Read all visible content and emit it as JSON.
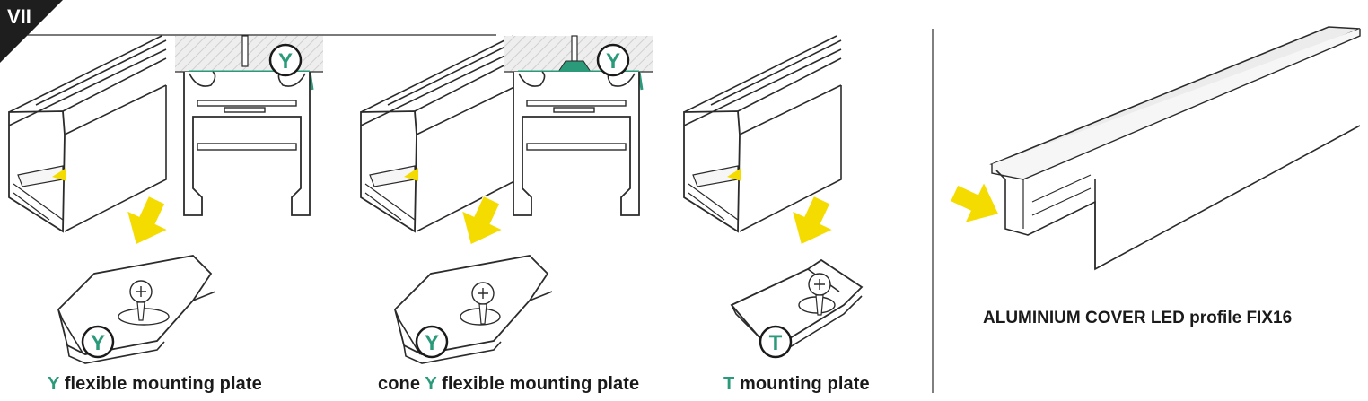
{
  "step_badge": "VII",
  "captions": [
    {
      "highlight": "Y",
      "rest": " flexible mounting plate",
      "prefix": ""
    },
    {
      "prefix": "cone ",
      "highlight": "Y",
      "rest": " flexible mounting plate"
    },
    {
      "prefix": "",
      "highlight": "T",
      "rest": " mounting plate"
    }
  ],
  "circle_labels": {
    "section1": "Y",
    "plate1": "Y",
    "section2": "Y",
    "plate2": "Y",
    "plate3": "T"
  },
  "product_title": "ALUMINIUM COVER LED profile FIX16",
  "colors": {
    "accent": "#2a9a7a",
    "arrow": "#f5dc00",
    "line": "#2b2b2b",
    "badge": "#1e1e1e"
  }
}
